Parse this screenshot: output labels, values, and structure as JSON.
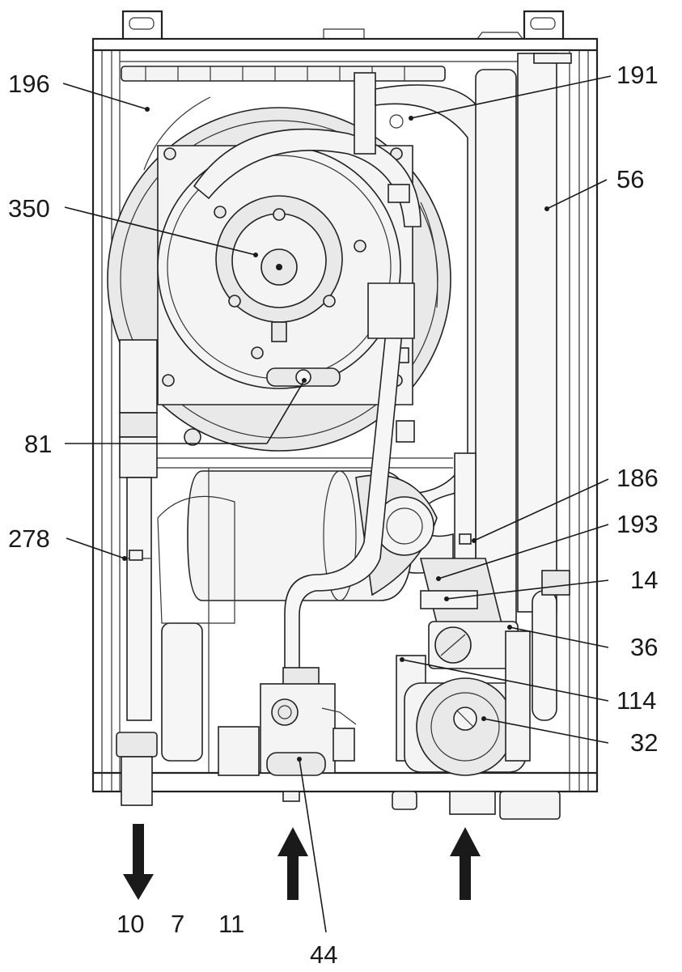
{
  "callouts": {
    "c196": "196",
    "c191": "191",
    "c350": "350",
    "c56": "56",
    "c81": "81",
    "c186": "186",
    "c278": "278",
    "c193": "193",
    "c14": "14",
    "c36": "36",
    "c114": "114",
    "c32": "32",
    "c44": "44",
    "c10": "10",
    "c7": "7",
    "c11": "11"
  }
}
